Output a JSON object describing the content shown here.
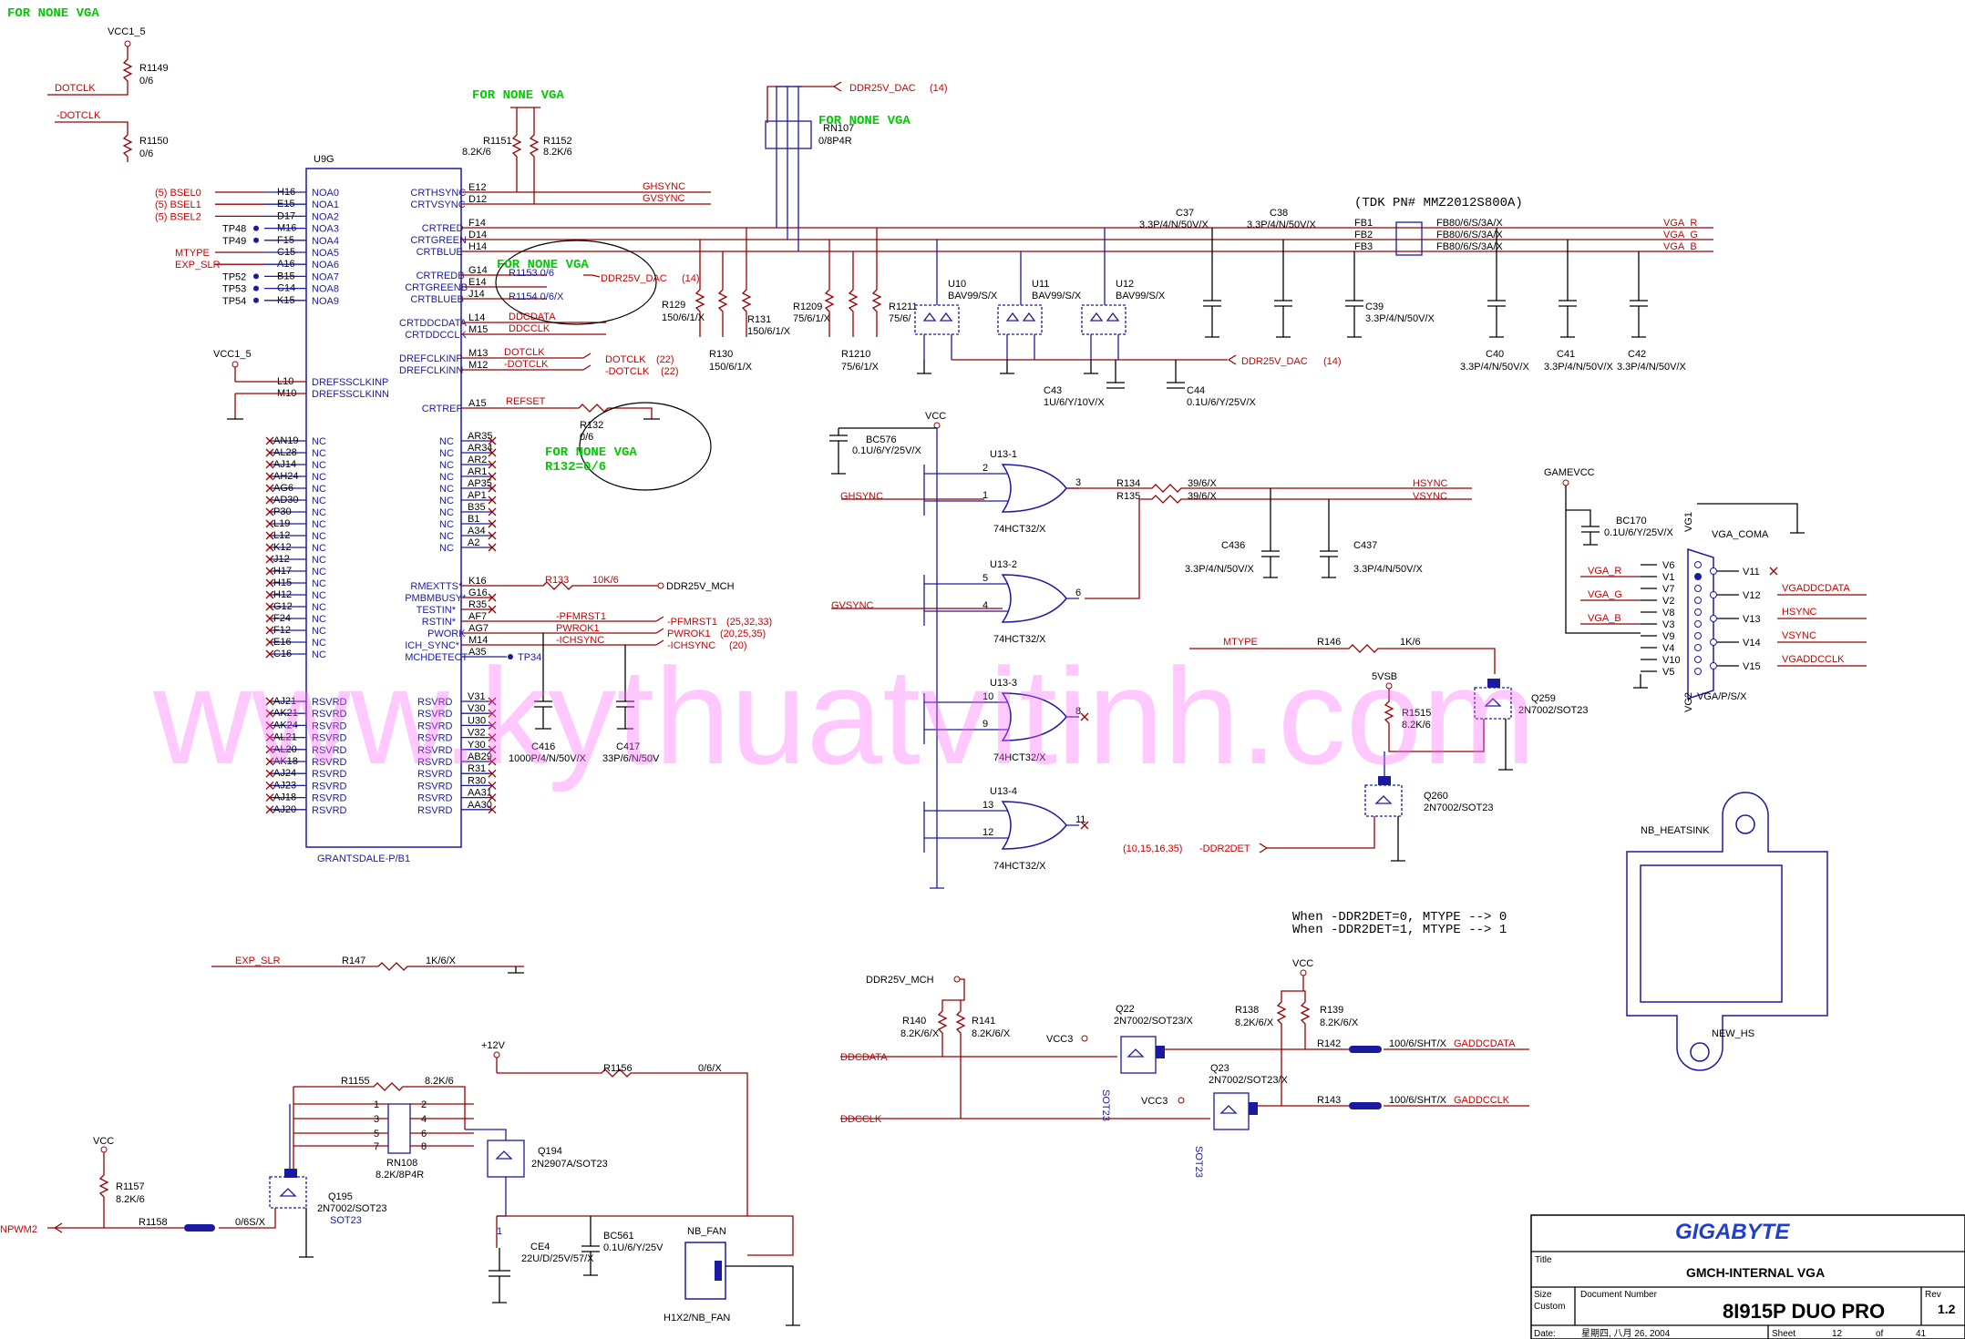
{
  "watermark": "www.kythuatvitinh.com",
  "notes": {
    "none_vga_top": "FOR NONE VGA",
    "none_vga_1": "FOR NONE VGA",
    "none_vga_2": "FOR NONE VGA",
    "none_vga_3": "FOR NONE VGA",
    "none_vga_4": "FOR NONE VGA",
    "r132_note": "R132=0/6",
    "tdk": "(TDK PN# MMZ2012S800A)",
    "ddr2det_0": "When -DDR2DET=0, MTYPE --> 0",
    "ddr2det_1": "When -DDR2DET=1, MTYPE --> 1"
  },
  "u9g": {
    "ref": "U9G",
    "part": "GRANTSDALE-P/B1",
    "left_pins": [
      "NOA0",
      "NOA1",
      "NOA2",
      "NOA3",
      "NOA4",
      "NOA5",
      "NOA6",
      "NOA7",
      "NOA8",
      "NOA9"
    ],
    "left_balls": [
      "H16",
      "E15",
      "D17",
      "M16",
      "F15",
      "C15",
      "A16",
      "B15",
      "C14",
      "K15"
    ],
    "left_nets": [
      "(5) BSEL0",
      "(5) BSEL1",
      "(5) BSEL2",
      "TP48",
      "TP49",
      "MTYPE",
      "EXP_SLR",
      "TP52",
      "TP53",
      "TP54"
    ],
    "right_pins": [
      "CRTHSYNC",
      "CRTVSYNC",
      "CRTRED",
      "CRTGREEN",
      "CRTBLUE",
      "CRTREDB",
      "CRTGREENB",
      "CRTBLUEB",
      "CRTDDCDATA",
      "CRTDDCCLK",
      "DREFCLKINP",
      "DREFCLKINN",
      "CRTREF"
    ],
    "right_balls": [
      "E12",
      "D12",
      "F14",
      "D14",
      "H14",
      "G14",
      "E14",
      "J14",
      "L14",
      "M15",
      "M13",
      "M12",
      "A15"
    ],
    "right_nets": [
      "GHSYNC",
      "GVSYNC",
      "",
      "",
      "",
      "",
      "",
      "",
      "DDCDATA",
      "DDCCLK",
      "DOTCLK",
      "-DOTCLK",
      "REFSET"
    ],
    "dref_pins": [
      "DREFSSCLKINP",
      "DREFSSCLKINN"
    ],
    "dref_balls": [
      "L10",
      "M10"
    ],
    "nc_left_balls": [
      "AN19",
      "AL28",
      "AJ14",
      "AH24",
      "AG6",
      "AD30",
      "P30",
      "L19",
      "L12",
      "K12",
      "J12",
      "H17",
      "H15",
      "H12",
      "G12",
      "F24",
      "F12",
      "E16",
      "C16"
    ],
    "nc_right_balls": [
      "AR35",
      "AR34",
      "AR2",
      "AR1",
      "AP35",
      "AP1",
      "B35",
      "B1",
      "A34",
      "A2"
    ],
    "nc_label": "NC",
    "ctrl_pins": [
      "RMEXTTS*",
      "PMBMBUSY*",
      "TESTIN*",
      "RSTIN*",
      "PWORK",
      "ICH_SYNC*",
      "MCHDETECT"
    ],
    "ctrl_balls": [
      "K16",
      "G16",
      "R35",
      "AF7",
      "AG7",
      "M14",
      "A35"
    ],
    "rsvrd_label": "RSVRD",
    "rsvrd_left_balls": [
      "AJ21",
      "AK21",
      "AK24",
      "AL21",
      "AL20",
      "AK18",
      "AJ24",
      "AJ23",
      "AJ18",
      "AJ20"
    ],
    "rsvrd_right_balls": [
      "V31",
      "V30",
      "U30",
      "V32",
      "Y30",
      "AB29",
      "R31",
      "R30",
      "AA31",
      "AA30"
    ]
  },
  "nets": {
    "vcc1_5": "VCC1_5",
    "dotclk": "DOTCLK",
    "ndotclk": "-DOTCLK",
    "ddr25v_dac": "DDR25V_DAC",
    "ddr25v_dac_ref": "(14)",
    "ddr25v_mch": "DDR25V_MCH",
    "dotclk_right": "DOTCLK",
    "ndotclk_right": "-DOTCLK",
    "dotclk_ref": "(22)",
    "pfmrst1": "-PFMRST1",
    "pwrok1": "PWROK1",
    "ichsync": "-ICHSYNC",
    "pfmrst1_ext": "-PFMRST1",
    "pfmrst1_ref": "(25,32,33)",
    "pwrok1_ext": "PWROK1",
    "pwrok1_ref": "(20,25,35)",
    "ichsync_ext": "-ICHSYNC",
    "ichsync_ref": "(20)",
    "tp34": "TP34",
    "vga_r": "VGA_R",
    "vga_g": "VGA_G",
    "vga_b": "VGA_B",
    "hsync": "HSYNC",
    "vsync": "VSYNC",
    "ghsync": "GHSYNC",
    "gvsync": "GVSYNC",
    "vcc": "VCC",
    "gamevcc": "GAMEVCC",
    "mtype": "MTYPE",
    "vsb5": "5VSB",
    "ddr2det": "-DDR2DET",
    "ddr2det_ref": "(10,15,16,35)",
    "vgaddcdata": "VGADDCDATA",
    "vgaddcclk": "VGADDCCLK",
    "exp_slr": "EXP_SLR",
    "p12v": "+12V",
    "npwm2": "NPWM2",
    "ddcdata": "DDCDATA",
    "ddcclk": "DDCCLK",
    "vcc3": "VCC3",
    "gaddcdata": "GADDCDATA",
    "gaddcclk": "GADDCCLK"
  },
  "parts": {
    "r1149": "R1149",
    "r1149_v": "0/6",
    "r1150": "R1150",
    "r1150_v": "0/6",
    "r1151": "R1151",
    "r1151_v": "8.2K/6",
    "r1152": "R1152",
    "r1152_v": "8.2K/6",
    "rn107": "RN107",
    "rn107_v": "0/8P4R",
    "r1153": "R1153 0/6",
    "r1154": "R1154 0/6/X",
    "r129": "R129",
    "r129_v": "150/6/1/X",
    "r130": "R130",
    "r130_v": "150/6/1/X",
    "r131": "R131",
    "r131_v": "150/6/1/X",
    "r1209": "R1209",
    "r1209_v": "75/6/1/X",
    "r1210": "R1210",
    "r1210_v": "75/6/1/X",
    "r1211": "R1211",
    "r1211_v": "75/6/",
    "u10": "U10",
    "u10_v": "BAV99/S/X",
    "u11": "U11",
    "u11_v": "BAV99/S/X",
    "u12": "U12",
    "u12_v": "BAV99/S/X",
    "c37": "C37",
    "c37_v": "3.3P/4/N/50V/X",
    "c38": "C38",
    "c38_v": "3.3P/4/N/50V/X",
    "c39": "C39",
    "c39_v": "3.3P/4/N/50V/X",
    "c40": "C40",
    "c40_v": "3.3P/4/N/50V/X",
    "c41": "C41",
    "c41_v": "3.3P/4/N/50V/X",
    "c42": "C42",
    "c42_v": "3.3P/4/N/50V/X",
    "c43": "C43",
    "c43_v": "1U/6/Y/10V/X",
    "c44": "C44",
    "c44_v": "0.1U/6/Y/25V/X",
    "fb1": "FB1",
    "fb2": "FB2",
    "fb3": "FB3",
    "fb_v": "FB80/6/S/3A/X",
    "r132": "R132",
    "r132_v": "0/6",
    "r133": "R133",
    "r133_v": "10K/6",
    "c416": "C416",
    "c416_v": "1000P/4/N/50V/X",
    "c417": "C417",
    "c417_v": "33P/6/N/50V",
    "bc576": "BC576",
    "bc576_v": "0.1U/6/Y/25V/X",
    "u13_1": "U13-1",
    "u13_2": "U13-2",
    "u13_3": "U13-3",
    "u13_4": "U13-4",
    "hct32": "74HCT32/X",
    "r134": "R134",
    "r134_v": "39/6/X",
    "r135": "R135",
    "r135_v": "39/6/X",
    "c436": "C436",
    "c436_v": "3.3P/4/N/50V/X",
    "c437": "C437",
    "c437_v": "3.3P/4/N/50V/X",
    "bc170": "BC170",
    "bc170_v": "0.1U/6/Y/25V/X",
    "vga_coma": "VGA_COMA",
    "vga_conn": "VGA/P/S/X",
    "r146": "R146",
    "r146_v": "1K/6",
    "r1515": "R1515",
    "r1515_v": "8.2K/6",
    "q259": "Q259",
    "q259_v": "2N7002/SOT23",
    "q260": "Q260",
    "q260_v": "2N7002/SOT23",
    "nb_heatsink": "NB_HEATSINK",
    "new_hs": "NEW_HS",
    "r147": "R147",
    "r147_v": "1K/6/X",
    "r1155": "R1155",
    "r1155_v": "8.2K/6",
    "r1156": "R1156",
    "r1156_v": "0/6/X",
    "rn108": "RN108",
    "rn108_v": "8.2K/8P4R",
    "q194": "Q194",
    "q194_v": "2N2907A/SOT23",
    "q195": "Q195",
    "q195_v": "2N7002/SOT23",
    "sot23": "SOT23",
    "r1157": "R1157",
    "r1157_v": "8.2K/6",
    "r1158": "R1158",
    "r1158_v": "0/6S/X",
    "ce4": "CE4",
    "ce4_v": "22U/D/25V/57/X",
    "bc561": "BC561",
    "bc561_v": "0.1U/6/Y/25V",
    "nb_fan": "NB_FAN",
    "nb_fan_v": "H1X2/NB_FAN",
    "r140": "R140",
    "r140_v": "8.2K/6/X",
    "r141": "R141",
    "r141_v": "8.2K/6/X",
    "q22": "Q22",
    "q22_v": "2N7002/SOT23/X",
    "q23": "Q23",
    "q23_v": "2N7002/SOT23/X",
    "r138": "R138",
    "r138_v": "8.2K/6/X",
    "r139": "R139",
    "r139_v": "8.2K/6/X",
    "r142": "R142",
    "r142_v": "100/6/SHT/X",
    "r143": "R143",
    "r143_v": "100/6/SHT/X"
  },
  "vga_pins": {
    "left": [
      "V6",
      "V1",
      "V7",
      "V2",
      "V8",
      "V3",
      "V9",
      "V4",
      "V10",
      "V5"
    ],
    "right": [
      "V11",
      "V12",
      "V13",
      "V14",
      "V15"
    ],
    "left_nets": [
      "VGA_R",
      "VGA_G",
      "VGA_B"
    ],
    "right_nets": [
      "VGADDCDATA",
      "HSYNC",
      "VSYNC",
      "VGADDCCLK"
    ],
    "vg1": "VG1",
    "vg2": "VG2"
  },
  "title_block": {
    "company": "GIGABYTE",
    "title_label": "Title",
    "title": "GMCH-INTERNAL VGA",
    "size_label": "Size",
    "size_value": "Custom",
    "docnum_label": "Document Number",
    "docnum": "8I915P DUO PRO",
    "rev_label": "Rev",
    "rev": "1.2",
    "date_label": "Date:",
    "date": "星期四, 八月 26, 2004",
    "sheet_label": "Sheet",
    "sheet": "12",
    "of_label": "of",
    "of": "41"
  },
  "colors": {
    "net_red": "#cc0000",
    "pin_blue": "#1a1aa0",
    "note_green": "#00cc00",
    "watermark": "#ff66ff",
    "title_blue": "#1e3fd0"
  }
}
